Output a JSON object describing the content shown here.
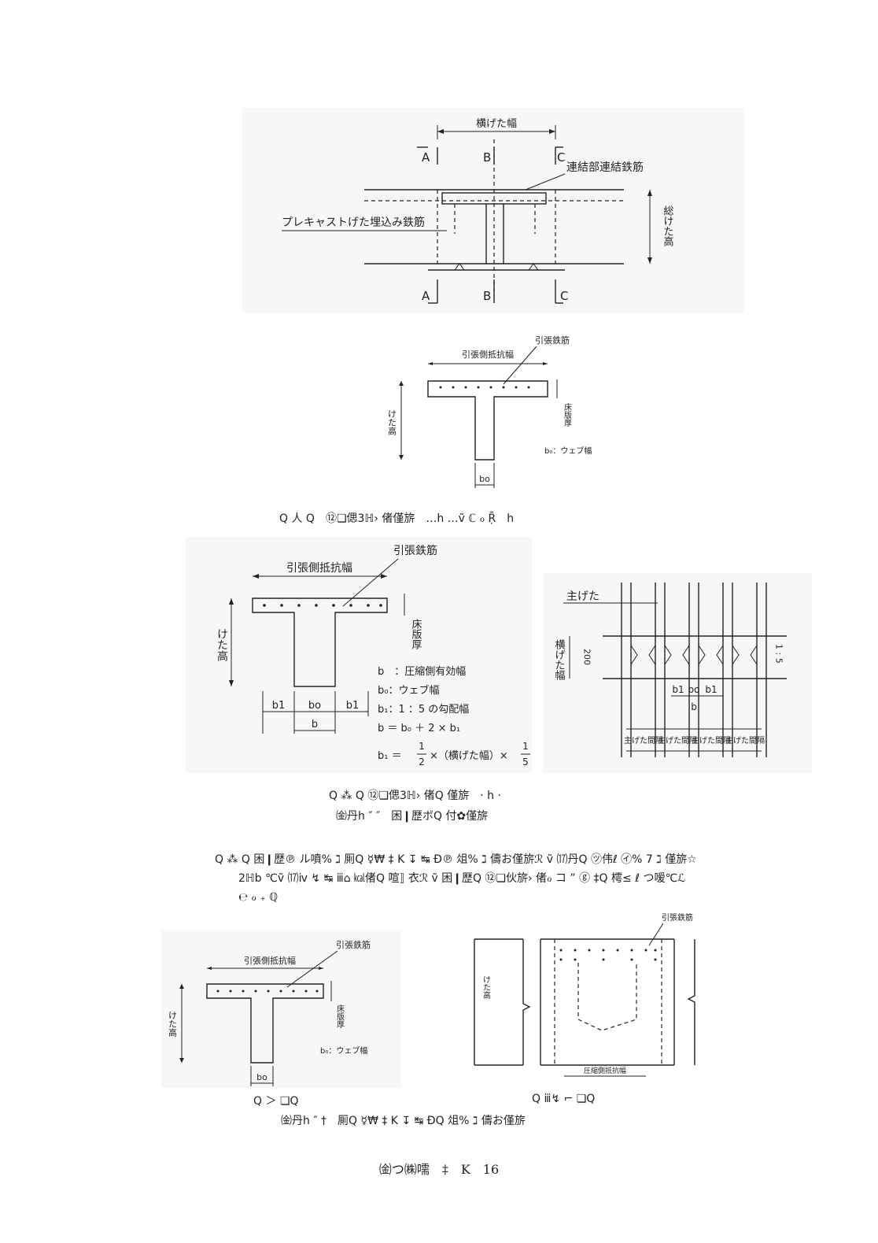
{
  "fig1": {
    "label_width": "横げた幅",
    "label_a": "A",
    "label_b": "B",
    "label_c": "C",
    "label_connect": "連結部連結鉄筋",
    "label_embed": "プレキャストげた埋込み鉄筋",
    "label_height": "総けた高"
  },
  "fig2": {
    "label_rebar": "引張鉄筋",
    "label_tension_width": "引張側抵抗幅",
    "label_slab": "床版厚",
    "label_height": "けた高",
    "label_bo_note": "b₀：ウェブ幅",
    "label_bo": "bo"
  },
  "caption1": "Q 人 Q　⑫❏偲3ℍ› 偖僅旂　…h …ṽ ℂ ℴ Ṝ　h",
  "fig3": {
    "label_rebar": "引張鉄筋",
    "label_tension_width": "引張側抵抗幅",
    "label_slab": "床版厚",
    "label_height": "けた高",
    "label_b1": "b1",
    "label_bo": "bo",
    "label_b": "b",
    "legend_1": "b　：圧縮側有効幅",
    "legend_2": "b₀：ウェブ幅",
    "legend_3": "b₁：1 ：5 の勾配幅",
    "legend_4": "b ＝ b₀ ＋ 2 × b₁",
    "legend_5_pre": "b₁ ＝",
    "legend_5_mid": "×（横げた幅）×",
    "frac_1_num": "1",
    "frac_1_den": "2",
    "frac_2_num": "1",
    "frac_2_den": "5"
  },
  "fig4": {
    "label_main_girder": "主げた",
    "label_cross_width": "横げた幅",
    "label_200": "200",
    "label_ratio": "1 : 5",
    "label_b1": "b1",
    "label_bo": "bo",
    "label_b": "b",
    "spacing_labels": [
      "主げた間隔",
      "主げた間隔",
      "主げた間隔",
      "主げた間隔"
    ]
  },
  "caption2_line1": "Q ⁂ Q ⑫❏偲3ℍ› 偖Q 僅旂　· h ·",
  "caption2_line2": "㈮丹h ″ ″　困❙歴ボQ 付✿僅旂",
  "paragraph_line1": "Q ⁂ Q 困❙歴℗ ル噴% ℷ 厠Q ☿₩ ‡ K ↧ ↹ Ɖ℗ 俎% ℷ 儔お僅旂ℛ ṽ ⒄丹Q ㋡伟ℓ ㋑% 7 ℷ 僅旂☆",
  "paragraph_line2": "2ℍb ℃ṽ ⒄ⅳ ↯ ↹ ⅲ⌂ ㎉偖Q 喧⟧ 衣ℛ ṽ 困❙歴Q ⑫❏伙旂› 偖ℴ コ ” ⓖ ‡Q 樗≤ ℓ つ嗳℃ℒ",
  "paragraph_line3": "℮ ℴ ₊ ℚ",
  "fig5": {
    "label_rebar": "引張鉄筋",
    "label_tension_width": "引張側抵抗幅",
    "label_slab": "床版厚",
    "label_height": "けた高",
    "label_bo_note": "b₀：ウェブ幅",
    "label_bo": "bo"
  },
  "fig6": {
    "label_rebar": "引張鉄筋",
    "label_height": "けた高",
    "label_compress_width": "圧縮側抵抗幅"
  },
  "caption3_left": "Q ＞ ❏Q",
  "caption3_right": "Q ⅲ↯ ⌐ ❏Q",
  "caption3_line2": "㈮丹h ″ †　厠Q ☿₩ ‡ K ↧ ↹ ƉQ 俎% ℷ 儔お僅旂",
  "page_number": "㈮つ㈱嚅　‡　K　16"
}
